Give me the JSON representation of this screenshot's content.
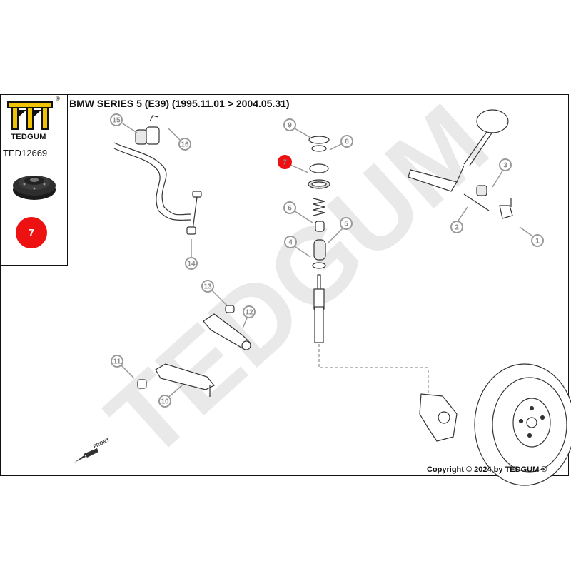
{
  "brand": {
    "name": "TEDGUM",
    "registered_mark": "®",
    "part_number": "TED12669",
    "highlight_color": "#ee1111",
    "highlight_number": "7"
  },
  "header": {
    "title": "BMW SERIES 5 (E39)  (1995.11.01 > 2004.05.31)"
  },
  "watermark": "TEDGUM",
  "orientation_label": "FRONT",
  "footer": {
    "copyright": "Copyright © 2024 by TEDGUM ®"
  },
  "callouts": [
    {
      "number": "1",
      "highlighted": false
    },
    {
      "number": "2",
      "highlighted": false
    },
    {
      "number": "3",
      "highlighted": false
    },
    {
      "number": "4",
      "highlighted": false
    },
    {
      "number": "5",
      "highlighted": false
    },
    {
      "number": "6",
      "highlighted": false
    },
    {
      "number": "7",
      "highlighted": true
    },
    {
      "number": "8",
      "highlighted": false
    },
    {
      "number": "9",
      "highlighted": false
    },
    {
      "number": "10",
      "highlighted": false
    },
    {
      "number": "11",
      "highlighted": false
    },
    {
      "number": "12",
      "highlighted": false
    },
    {
      "number": "13",
      "highlighted": false
    },
    {
      "number": "14",
      "highlighted": false
    },
    {
      "number": "15",
      "highlighted": false
    },
    {
      "number": "16",
      "highlighted": false
    }
  ]
}
